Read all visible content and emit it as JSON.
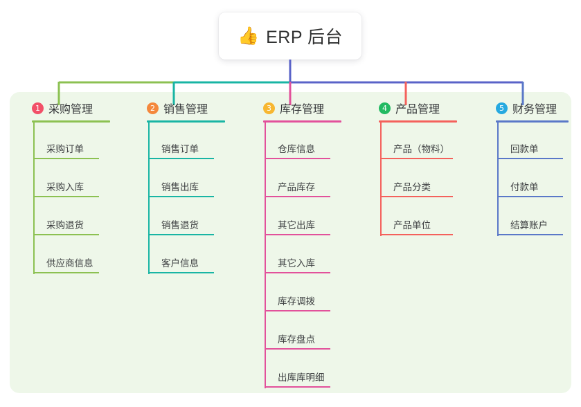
{
  "root": {
    "icon": "thumbs-up-icon",
    "icon_glyph": "👍",
    "title": "ERP 后台"
  },
  "theme": {
    "panel_bg": "#eef7e9",
    "page_bg": "#ffffff",
    "stem_color": "#5a63c8",
    "bus_green": "#8cc152",
    "bus_teal": "#19b5a4",
    "bus_indigo": "#5a63c8"
  },
  "columns": [
    {
      "index": "1",
      "badge_color": "#f25068",
      "line_color": "#8cc152",
      "title": "采购管理",
      "drop_color": "#8cc152",
      "items": [
        "采购订单",
        "采购入库",
        "采购退货",
        "供应商信息"
      ]
    },
    {
      "index": "2",
      "badge_color": "#f4883c",
      "line_color": "#19b5a4",
      "title": "销售管理",
      "drop_color": "#19b5a4",
      "items": [
        "销售订单",
        "销售出库",
        "销售退货",
        "客户信息"
      ]
    },
    {
      "index": "3",
      "badge_color": "#f7b731",
      "line_color": "#e martin",
      "title": "库存管理",
      "drop_color": "#e2519b",
      "items": [
        "仓库信息",
        "产品库存",
        "其它出库",
        "其它入库",
        "库存调拨",
        "库存盘点",
        "出库库明细"
      ]
    },
    {
      "index": "4",
      "badge_color": "#22ba62",
      "line_color": "#f4615c",
      "title": "产品管理",
      "drop_color": "#f4615c",
      "items": [
        "产品（物料）",
        "产品分类",
        "产品单位"
      ]
    },
    {
      "index": "5",
      "badge_color": "#26a9e0",
      "line_color": "#5a78c8",
      "title": "财务管理",
      "drop_color": "#5a78c8",
      "items": [
        "回款单",
        "付款单",
        "结算账户"
      ]
    }
  ]
}
